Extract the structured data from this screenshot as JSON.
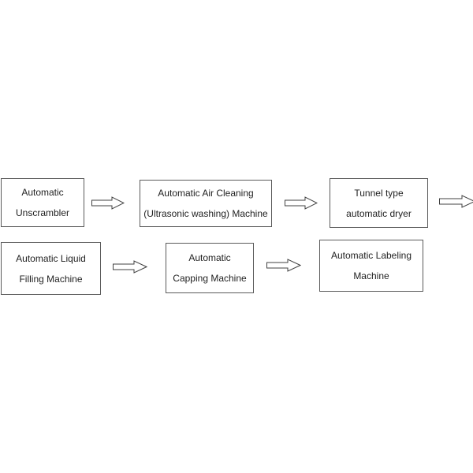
{
  "flowchart": {
    "rows": [
      {
        "nodes": [
          {
            "line1": "Automatic",
            "line2": "Unscrambler"
          },
          {
            "line1": "Automatic Air Cleaning",
            "line2": "(Ultrasonic washing) Machine"
          },
          {
            "line1": "Tunnel type",
            "line2": "automatic dryer"
          }
        ]
      },
      {
        "nodes": [
          {
            "line1": "Automatic Liquid",
            "line2": "Filling Machine"
          },
          {
            "line1": "Automatic",
            "line2": "Capping Machine"
          },
          {
            "line1": "Automatic Labeling",
            "line2": "Machine"
          }
        ]
      }
    ],
    "icons": {
      "arrow": "right-block-arrow"
    },
    "colors": {
      "background": "#ffffff",
      "box_border": "#5a5a5a",
      "text": "#1f1f1f",
      "arrow_outline": "#404040"
    }
  }
}
